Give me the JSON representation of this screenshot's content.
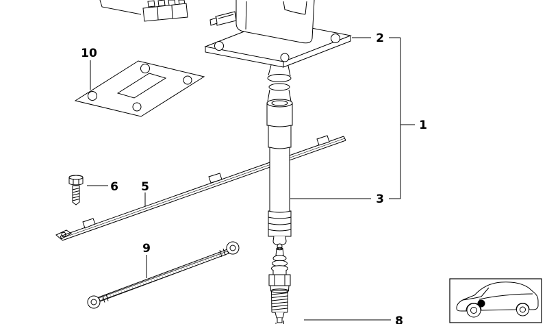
{
  "colors": {
    "background": "#ffffff",
    "line": "#000000"
  },
  "part_labels": {
    "assembly": "1",
    "ignition_coil": "2",
    "plug_boot": "3",
    "cable_duct": "5",
    "screw": "6",
    "spark_plug": "8",
    "ground_strap": "9",
    "gasket": "10"
  },
  "inset": {
    "icon": "car-location-icon"
  }
}
